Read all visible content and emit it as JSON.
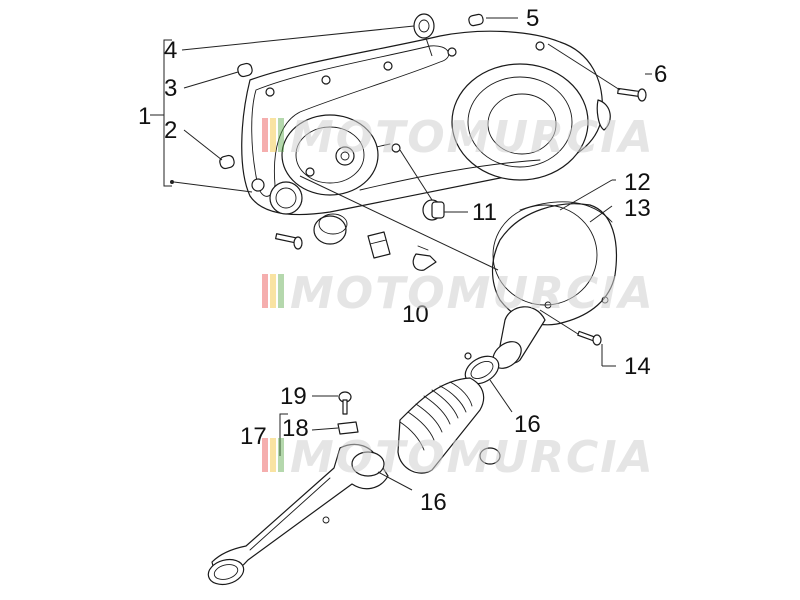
{
  "diagram": {
    "callouts": {
      "c1": "1",
      "c2": "2",
      "c3": "3",
      "c4": "4",
      "c5": "5",
      "c6": "6",
      "c10": "10",
      "c11": "11",
      "c12": "12",
      "c13": "13",
      "c14": "14",
      "c16a": "16",
      "c16b": "16",
      "c17": "17",
      "c18": "18",
      "c19": "19"
    },
    "watermark": "MOTOMURCIA",
    "watermark_colors": [
      "#e94b4b",
      "#f2c230",
      "#5aa84a"
    ]
  }
}
